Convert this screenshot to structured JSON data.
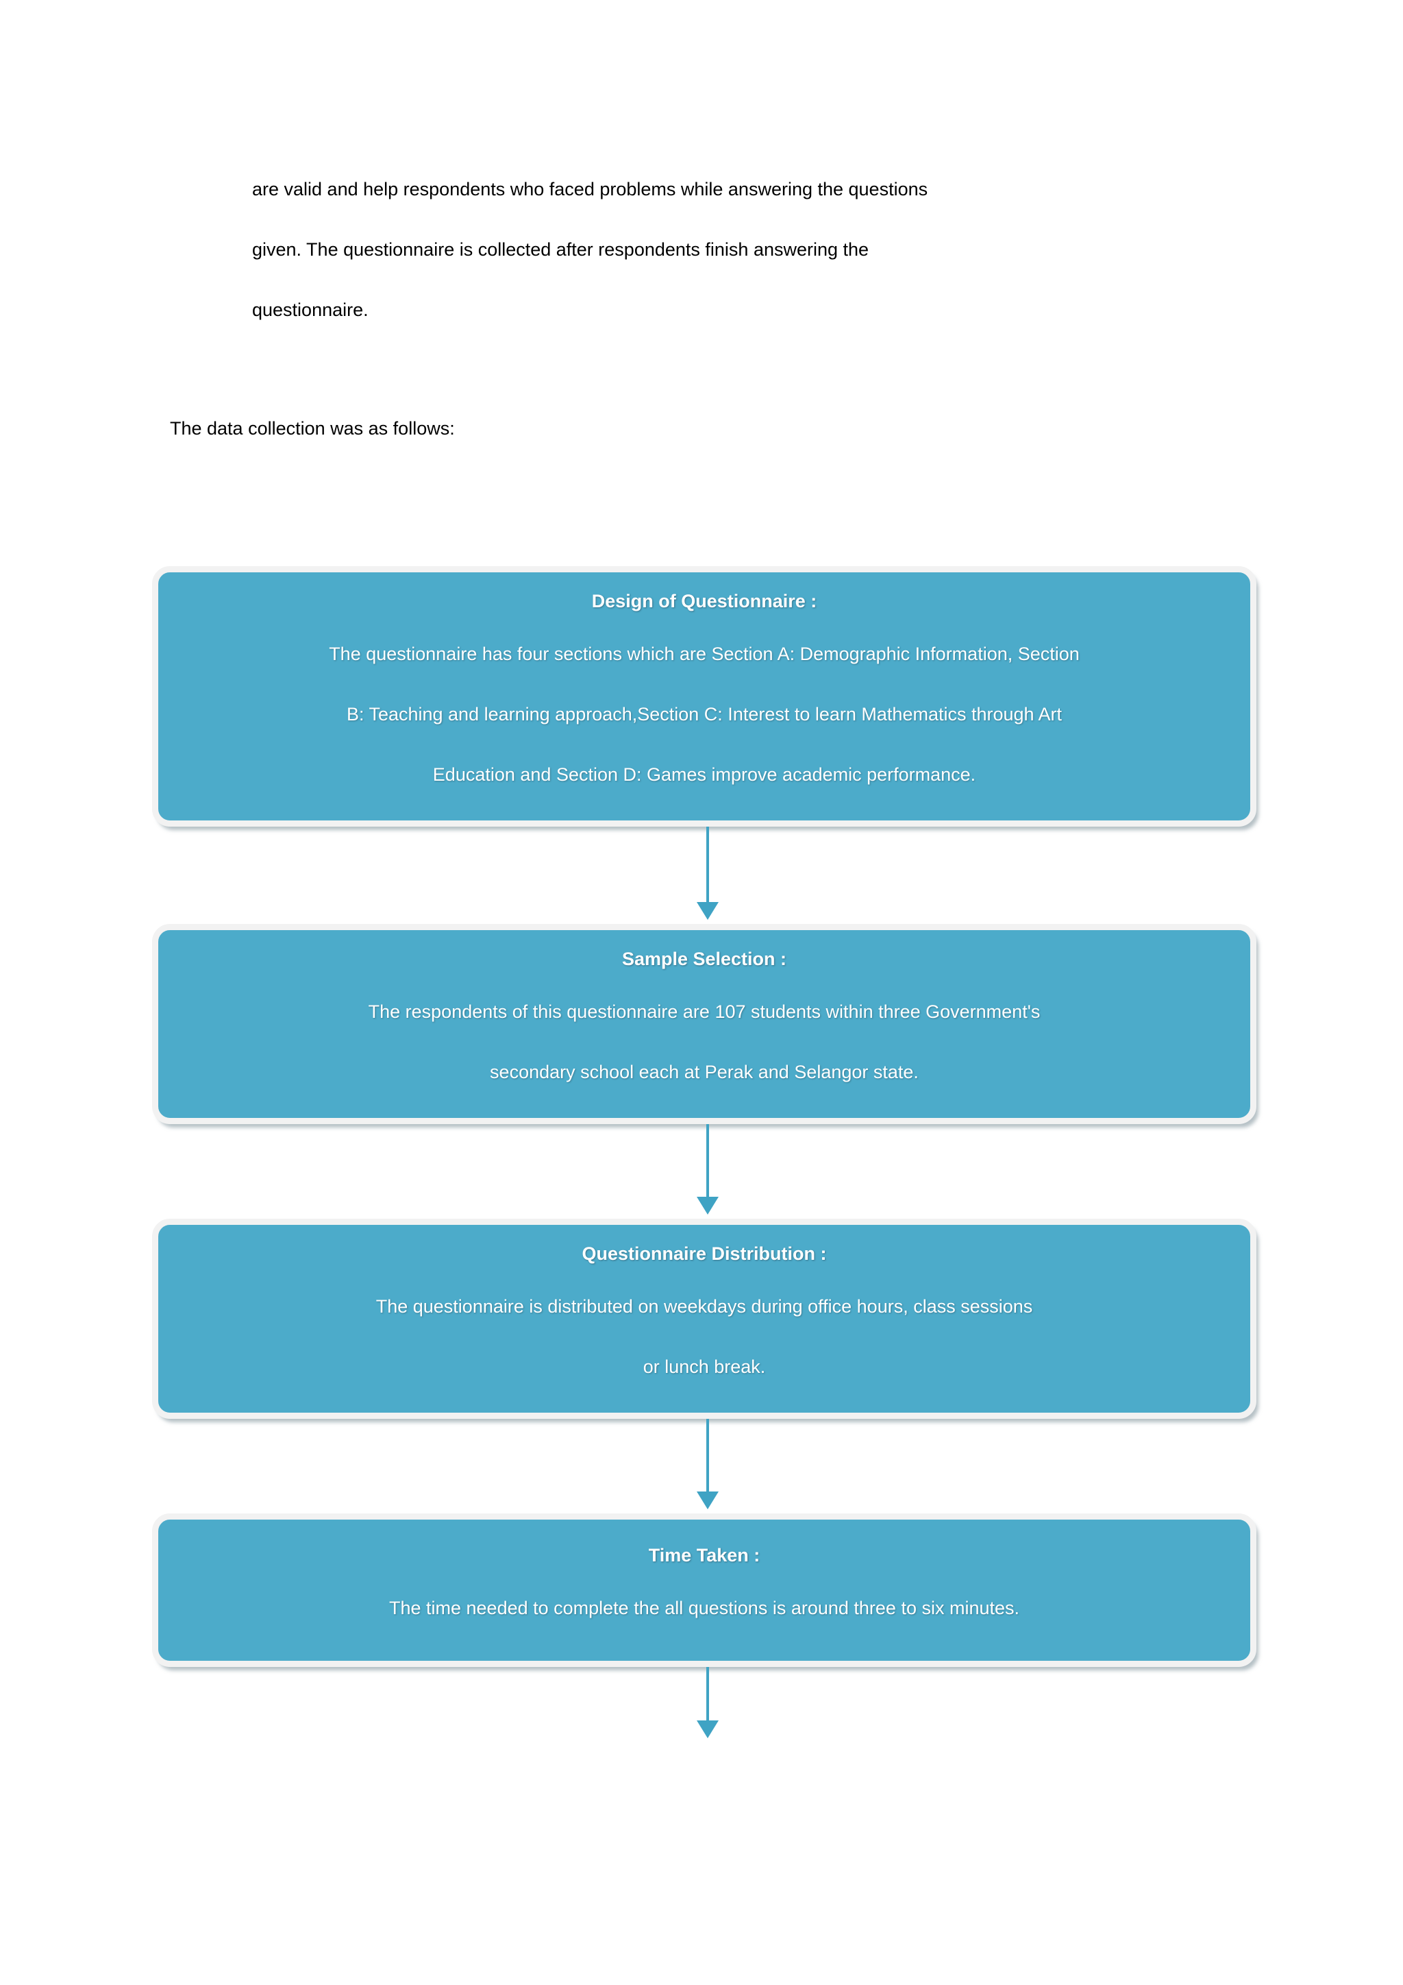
{
  "page": {
    "background_color": "#ffffff",
    "text_color": "#000000"
  },
  "document": {
    "paragraph_lines": [
      "are valid and help respondents who faced problems while answering the questions",
      "given. The questionnaire is collected after respondents finish answering the",
      "questionnaire."
    ],
    "intro_line": "The data collection was as follows:"
  },
  "flowchart": {
    "accent_color": "#4CABCA",
    "arrow_color": "#3FA3C4",
    "text_color": "#ffffff",
    "nodes": [
      {
        "title": "Design of Questionnaire :",
        "body_lines": [
          "The questionnaire has four sections which are Section A: Demographic Information, Section",
          "B: Teaching and learning approach,Section C: Interest to learn Mathematics through Art",
          "Education and Section D: Games improve academic performance."
        ]
      },
      {
        "title": "Sample Selection :",
        "body_lines": [
          "The respondents of this questionnaire are 107 students within three Government's",
          "secondary school each at Perak and Selangor state."
        ]
      },
      {
        "title": "Questionnaire Distribution :",
        "body_lines": [
          "The questionnaire is distributed on weekdays during office hours, class sessions",
          "or lunch break."
        ]
      },
      {
        "title": "Time Taken :",
        "body_lines": [
          "The time needed to complete the all questions is around three to six minutes."
        ]
      }
    ],
    "connectors": [
      {
        "name": "arrow-down-icon"
      },
      {
        "name": "arrow-down-icon"
      },
      {
        "name": "arrow-down-icon"
      },
      {
        "name": "arrow-down-icon"
      }
    ]
  }
}
